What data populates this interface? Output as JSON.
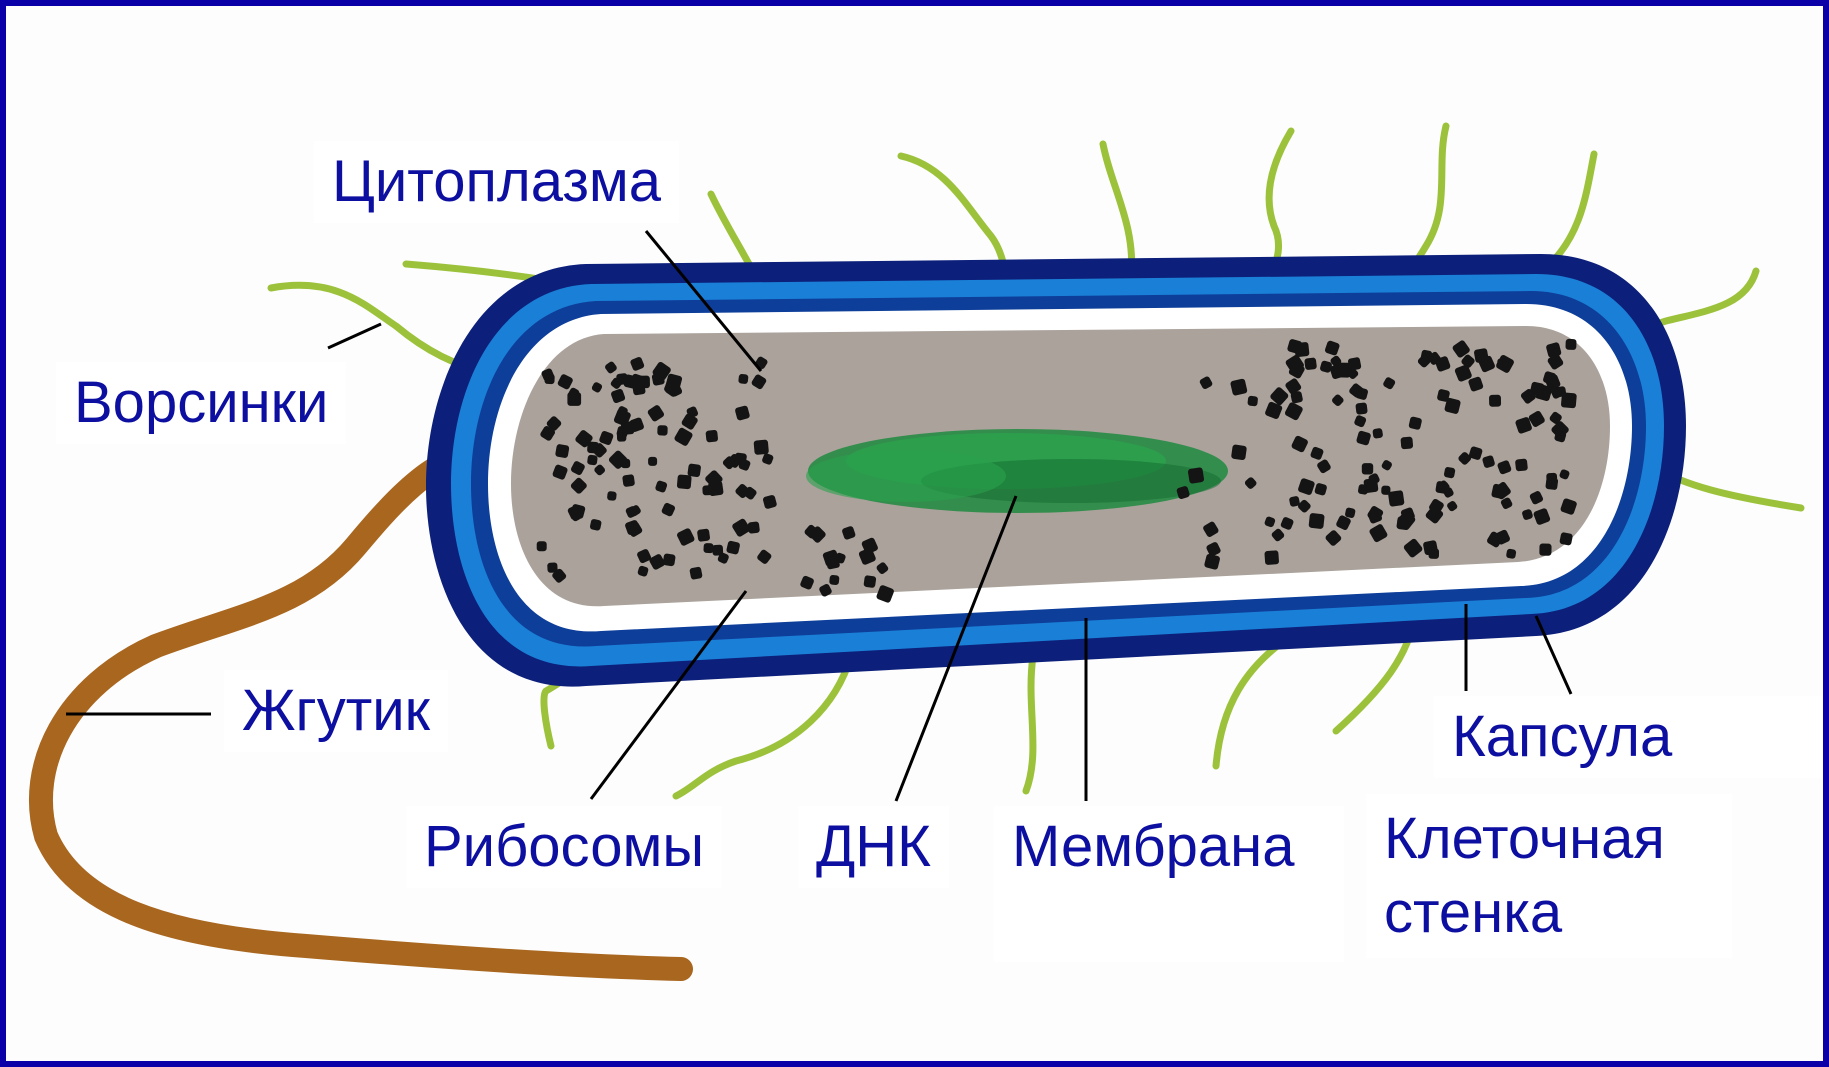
{
  "colors": {
    "frame": "#0b00a8",
    "label_text": "#0d0fa0",
    "capsule": "#0c1f7a",
    "cell_wall": "#1a7fd6",
    "membrane": "#ffffff",
    "cytoplasm": "#aaa29b",
    "ribosome": "#141414",
    "dna": "#1f8a3e",
    "pili": "#9cc23c",
    "flagellum": "#a8661f",
    "leader_line": "#000000"
  },
  "labels": {
    "cytoplasm": "Цитоплазма",
    "pili": "Ворсинки",
    "flagellum": "Жгутик",
    "ribosomes": "Рибосомы",
    "dna": "ДНК",
    "membrane": "Мембрана",
    "capsule": "Капсула",
    "cell_wall_line1": "Клеточная",
    "cell_wall_line2": "стенка"
  }
}
